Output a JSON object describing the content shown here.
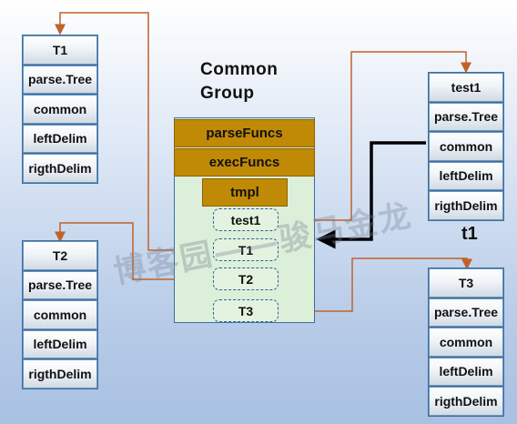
{
  "group": {
    "title": "Common\nGroup",
    "parse_funcs": "parseFuncs",
    "exec_funcs": "execFuncs",
    "tmpl": "tmpl",
    "slots": [
      "test1",
      "T1",
      "T2",
      "T3"
    ]
  },
  "templates": {
    "T1": {
      "name": "T1",
      "fields": [
        "parse.Tree",
        "common",
        "leftDelim",
        "rigthDelim"
      ]
    },
    "T2": {
      "name": "T2",
      "fields": [
        "parse.Tree",
        "common",
        "leftDelim",
        "rigthDelim"
      ]
    },
    "test1": {
      "name": "test1",
      "fields": [
        "parse.Tree",
        "common",
        "leftDelim",
        "rigthDelim"
      ]
    },
    "T3": {
      "name": "T3",
      "fields": [
        "parse.Tree",
        "common",
        "leftDelim",
        "rigthDelim"
      ]
    }
  },
  "instance_label": "t1",
  "watermark": "博客园——骏马金龙",
  "colors": {
    "wire": "#c0622a",
    "pointer": "#000000",
    "func_fill": "#c08a06",
    "group_fill": "#dcefd8",
    "box_border": "#3b6fa0"
  }
}
